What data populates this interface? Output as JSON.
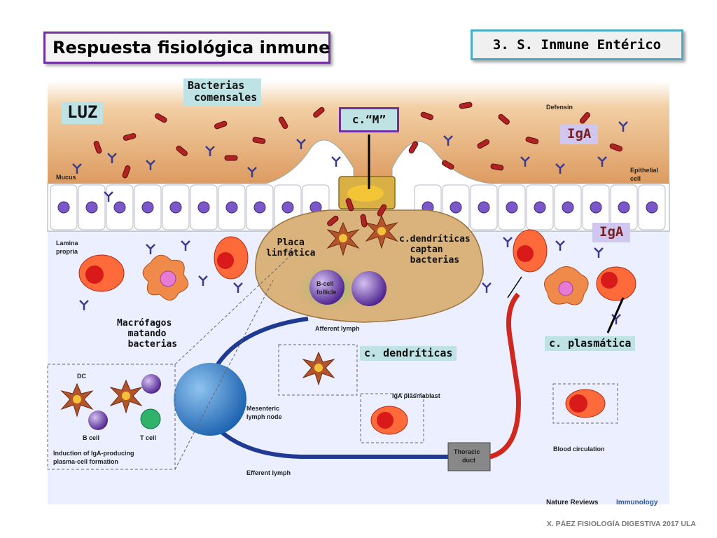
{
  "header": {
    "title": "Respuesta fisiológica inmune",
    "section": "3. S. Inmune Entérico"
  },
  "labels": {
    "luz": "LUZ",
    "bacterias_comensales": "Bacterias\n comensales",
    "cm": "c.“M”",
    "iga_top": "IgA",
    "iga_mid": "IgA",
    "placa": "Placa\nlinfática",
    "cdendriticas_captan": "c.dendríticas\n  captan\n  bacterias",
    "macrofagos": "Macrófagos\n  matando\n  bacterias",
    "cdendriticas": "c. dendríticas",
    "cplasmatica": "c. plasmática"
  },
  "printed": {
    "defensin": "Defensin",
    "mucus": "Mucus",
    "epithelial": "Epithelial",
    "epithelial2": "cell",
    "lamina": "Lamina",
    "lamina2": "propria",
    "bcell_follicle": "B-cell",
    "bcell_follicle2": "follicle",
    "afferent": "Afferent lymph",
    "mesenteric": "Mesenteric",
    "mesenteric2": "lymph node",
    "efferent": "Efferent lymph",
    "thoracic": "Thoracic",
    "thoracic2": "duct",
    "plasmablast": "IgA plasmablast",
    "blood": "Blood circulation",
    "dc": "DC",
    "bcell": "B cell",
    "tcell": "T cell",
    "induction1": "Induction of IgA-producing",
    "induction2": "plasma-cell formation",
    "nature": "Nature Reviews",
    "immunology": "Immunology"
  },
  "footer": "X. PÁEZ   FISIOLOGÍA DIGESTIVA 2017 ULA",
  "colors": {
    "lumen": "#e8b07a",
    "lamina": "#ecefff",
    "patch": "#d9b27c",
    "lymph_vessel": "#1f3a93",
    "blood_vessel": "#d0281e",
    "title_border": "#7030a0",
    "section_border": "#4bacc6",
    "label_bg": "#bfe3e4"
  }
}
